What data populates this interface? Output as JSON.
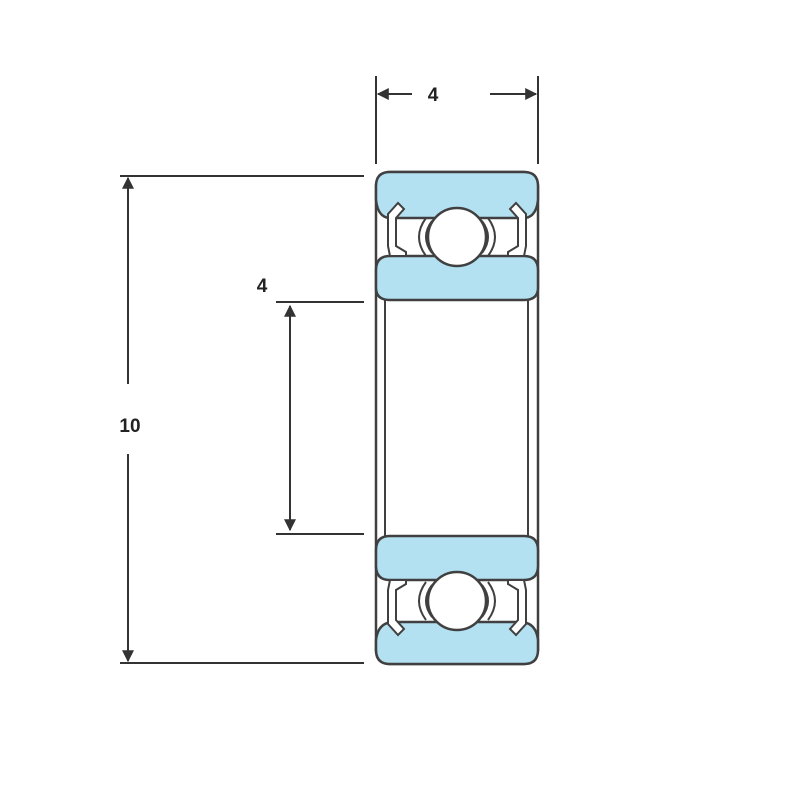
{
  "dimensions": {
    "width_label": "4",
    "inner_diameter_label": "4",
    "outer_diameter_label": "10"
  },
  "colors": {
    "ring_fill": "#b3e1f2",
    "outline": "#404040",
    "dimension_line": "#333333",
    "background": "#ffffff"
  }
}
